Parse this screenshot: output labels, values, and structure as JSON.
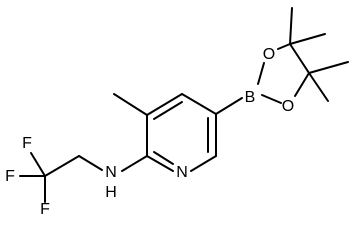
{
  "molecule": {
    "atoms": {
      "B": "B",
      "O_top": "O",
      "O_bottom": "O",
      "N_ring": "N",
      "NH": "N",
      "H": "H",
      "F1": "F",
      "F2": "F",
      "F3": "F"
    }
  }
}
